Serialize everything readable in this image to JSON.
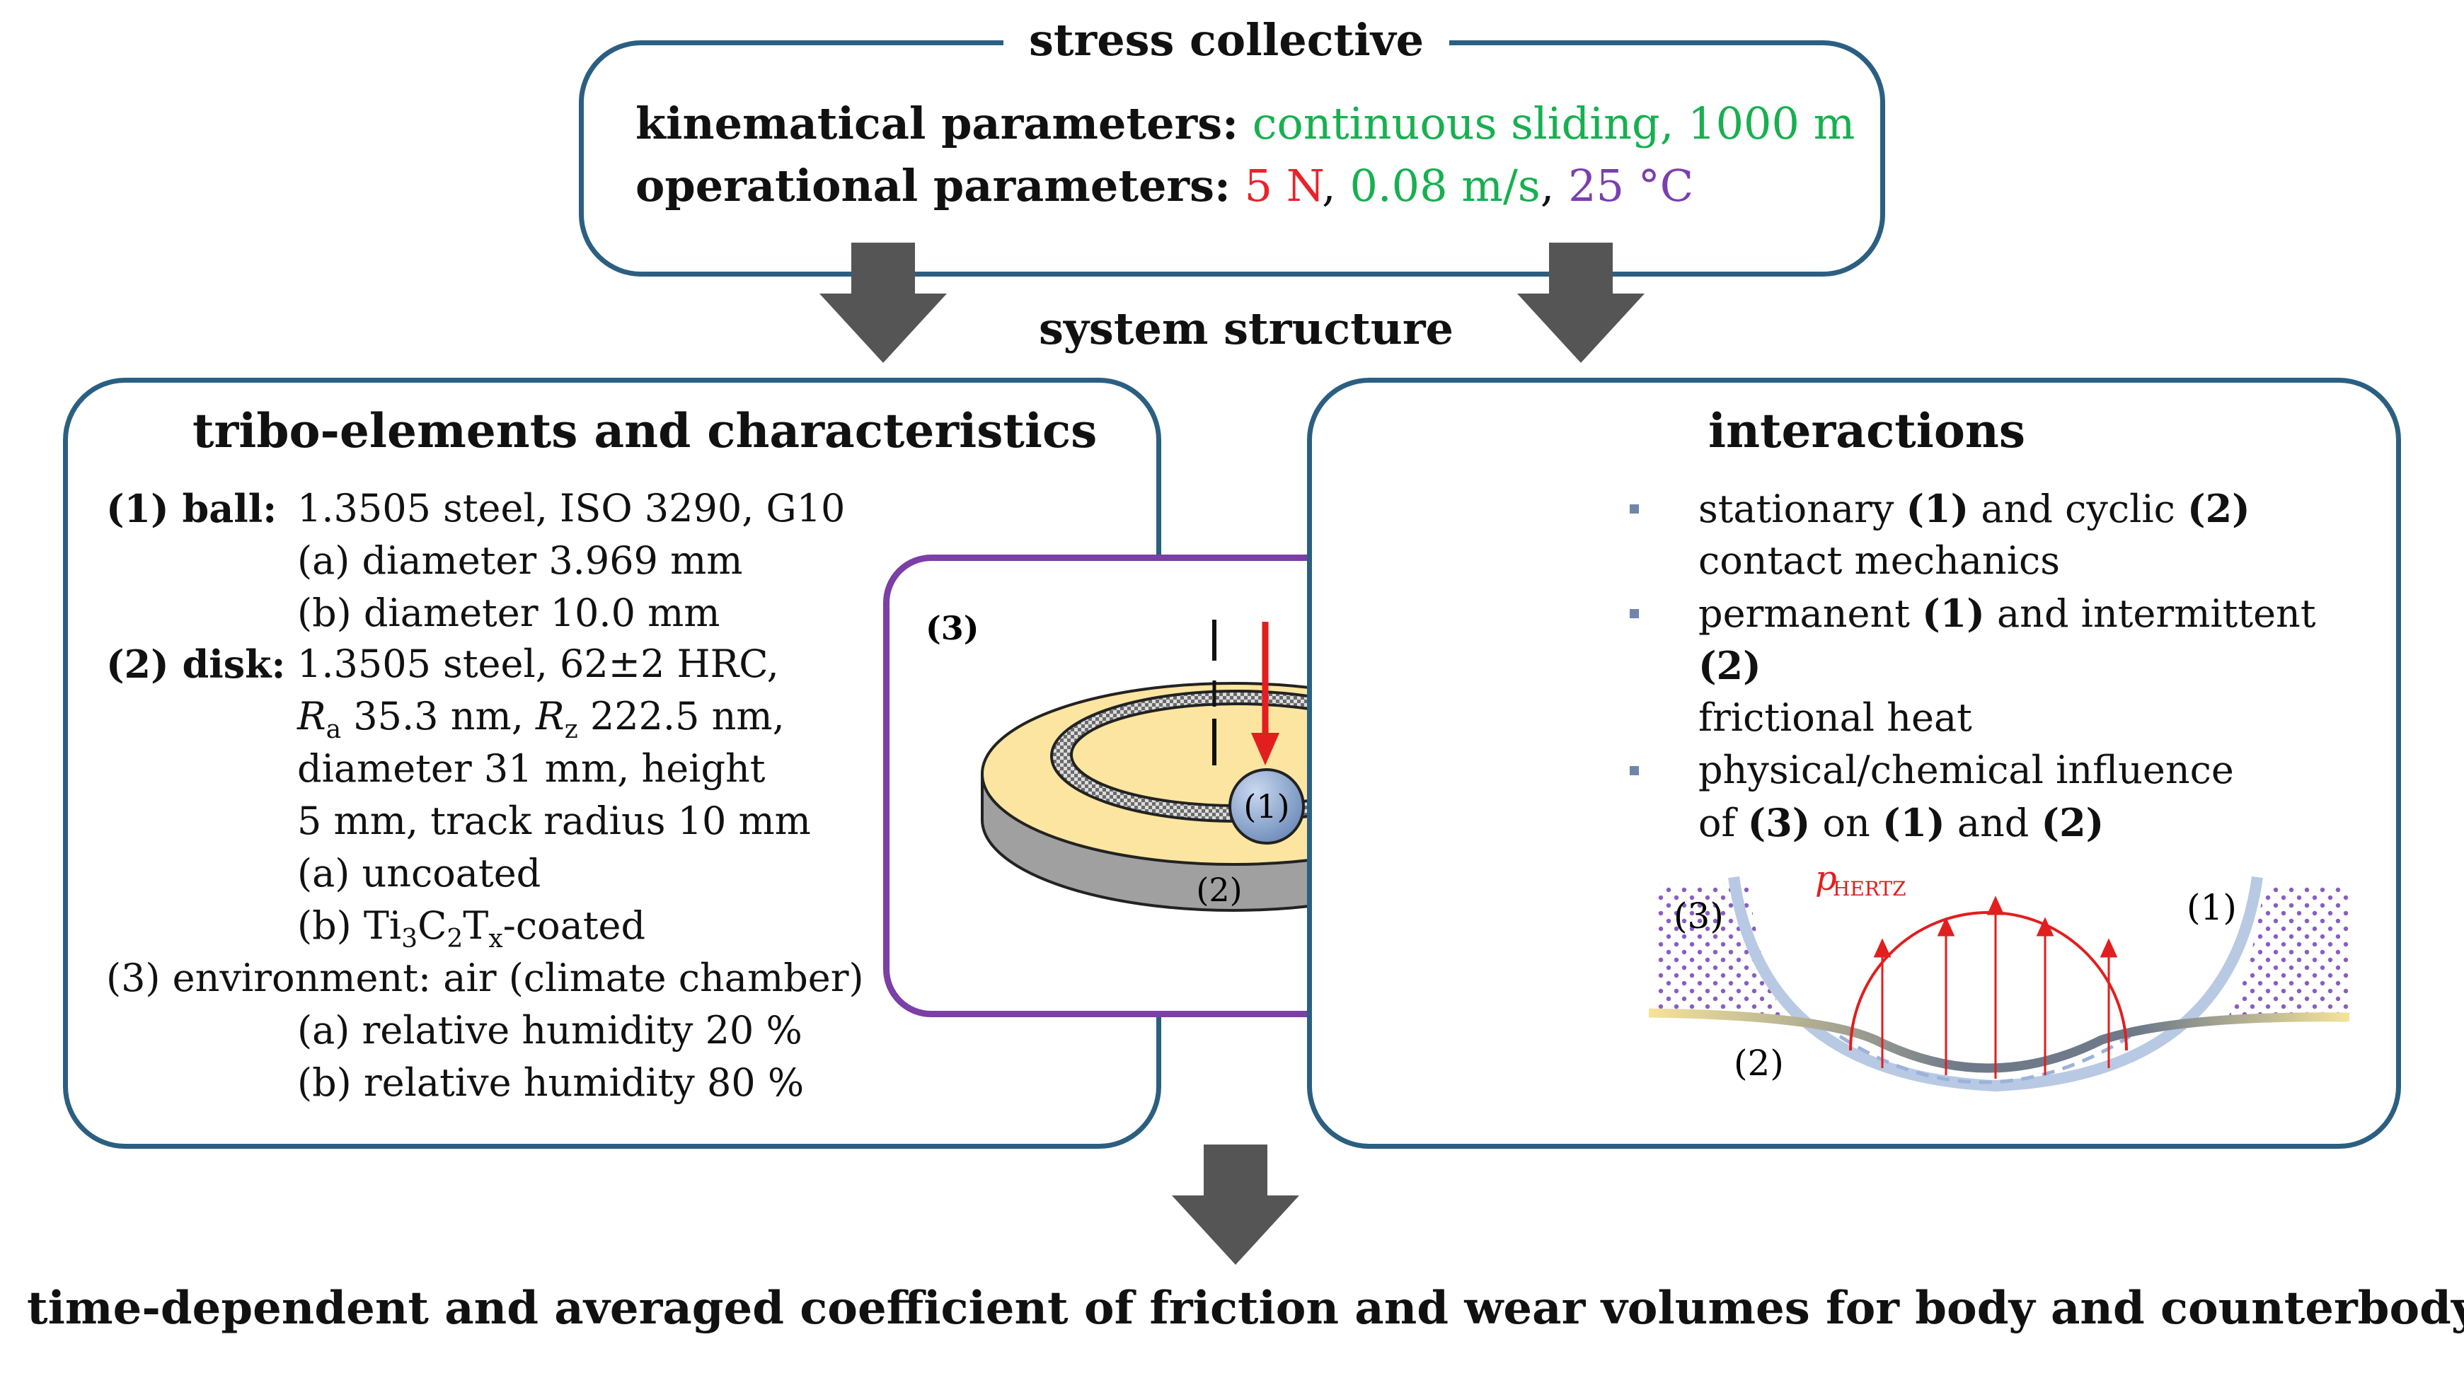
{
  "stress_collective": {
    "title": "stress collective",
    "kinematical_label": "kinematical parameters:",
    "kinematical_value": "continuous sliding, 1000 m",
    "operational_label": "operational parameters:",
    "load": "5 N",
    "sep1": ", ",
    "speed": "0.08 m/s",
    "sep2": ", ",
    "temperature": "25 °C"
  },
  "system_structure": {
    "title": "system structure"
  },
  "tribo_elements": {
    "title": "tribo-elements and characteristics",
    "ball_label": "(1) ball:",
    "ball_material": "1.3505 steel, ISO 3290, G10",
    "ball_a": "(a) diameter 3.969 mm",
    "ball_b": "(b) diameter 10.0 mm",
    "disk_label": "(2) disk:",
    "disk_material": "1.3505 steel, 62±2 HRC,",
    "disk_ra_sym": "R",
    "disk_ra_sub": "a",
    "disk_ra_val": " 35.3 nm, ",
    "disk_rz_sym": "R",
    "disk_rz_sub": "z",
    "disk_rz_val": " 222.5 nm,",
    "disk_dims_1": "diameter 31 mm, height",
    "disk_dims_2": "5 mm, track radius 10 mm",
    "disk_a": "(a) uncoated",
    "disk_b_pre": "(b) Ti",
    "disk_b_s1": "3",
    "disk_b_c": "C",
    "disk_b_s2": "2",
    "disk_b_t": "T",
    "disk_b_s3": "x",
    "disk_b_post": "-coated",
    "env": "(3) environment: air (climate chamber)",
    "env_a": "(a) relative humidity 20 %",
    "env_b": "(b) relative humidity 80 %"
  },
  "setup_figure": {
    "label_3": "(3)",
    "label_1": "(1)",
    "label_2": "(2)",
    "colors": {
      "frame": "#7b3fa6",
      "disk_top": "#fce5a0",
      "disk_side": "#9c9c9c",
      "ball": "#7f9cc6",
      "force": "#e21e1e",
      "rotation": "#1aa843"
    }
  },
  "interactions": {
    "title": "interactions",
    "items": [
      {
        "a": "stationary ",
        "b": "(1)",
        "c": " and cyclic ",
        "d": "(2)"
      },
      {
        "line2": "contact mechanics"
      },
      {
        "a": "permanent ",
        "b": "(1)",
        "c": " and intermittent"
      },
      {
        "b": "(2)"
      },
      {
        "line2": "frictional heat"
      },
      {
        "a": "physical/chemical influence"
      },
      {
        "a": "of ",
        "b": "(3)",
        "c": " on ",
        "d": "(1)",
        "e": " and ",
        "f": "(2)"
      }
    ],
    "contact_figure": {
      "label_3": "(3)",
      "label_1": "(1)",
      "label_2": "(2)",
      "pressure_symbol": "p",
      "pressure_sub": "HERTZ"
    }
  },
  "result": {
    "text": "time-dependent and averaged coefficient of friction and wear volumes for body and counterbody?"
  }
}
